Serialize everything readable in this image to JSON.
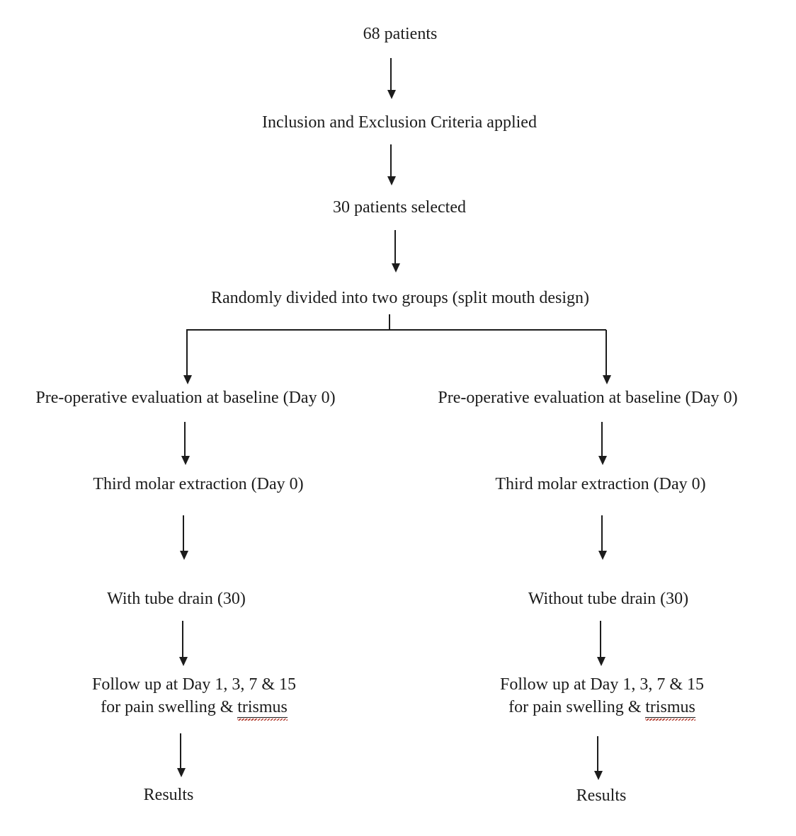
{
  "colors": {
    "text": "#1c1c1c",
    "line": "#1c1c1c",
    "spellcheck_squiggle": "#b23b2e",
    "background": "#ffffff"
  },
  "flow": {
    "initial": "68 patients",
    "criteria": "Inclusion and Exclusion Criteria applied",
    "selected": "30 patients selected",
    "randomization": "Randomly divided into two groups (split mouth design)",
    "branches": [
      {
        "side": "left",
        "preop": "Pre-operative evaluation at baseline (Day 0)",
        "extraction": "Third molar extraction (Day 0)",
        "drain": "With tube drain (30)",
        "followup_line1": "Follow up at Day 1, 3, 7 & 15",
        "followup_line2_prefix": "for pain swelling &",
        "followup_flagged_word": "trismus",
        "results": "Results"
      },
      {
        "side": "right",
        "preop": "Pre-operative evaluation at baseline (Day 0)",
        "extraction": "Third molar extraction (Day 0)",
        "drain": "Without tube drain (30)",
        "followup_line1": "Follow up at Day 1, 3, 7 & 15",
        "followup_line2_prefix": "for pain swelling &",
        "followup_flagged_word": "trismus",
        "results": "Results"
      }
    ]
  }
}
